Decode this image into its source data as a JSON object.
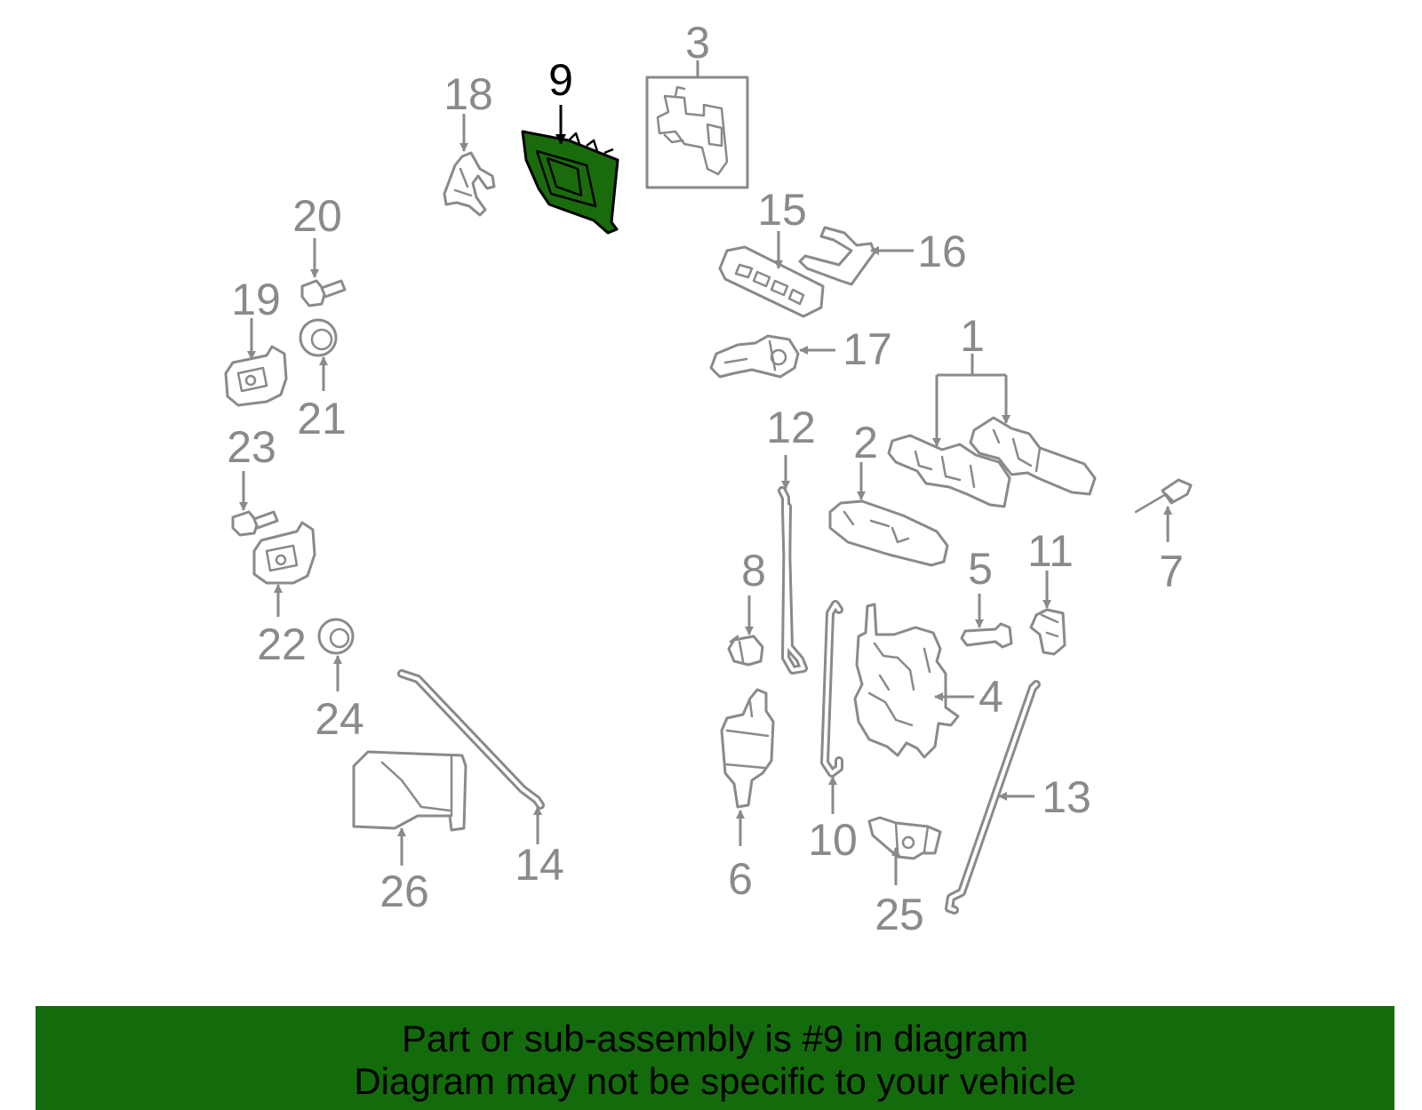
{
  "labels": {
    "l1": "1",
    "l2": "2",
    "l3": "3",
    "l4": "4",
    "l5": "5",
    "l6": "6",
    "l7": "7",
    "l8": "8",
    "l9": "9",
    "l10": "10",
    "l11": "11",
    "l12": "12",
    "l13": "13",
    "l14": "14",
    "l15": "15",
    "l16": "16",
    "l17": "17",
    "l18": "18",
    "l19": "19",
    "l20": "20",
    "l21": "21",
    "l22": "22",
    "l23": "23",
    "l24": "24",
    "l25": "25",
    "l26": "26"
  },
  "highlighted_part": "9",
  "colors": {
    "highlight_part": "#1a6b0c",
    "banner_background": "#146b0c",
    "part_outline": "#8a8a8a"
  },
  "banner": {
    "line1": "Part or sub-assembly is #9 in diagram",
    "line2": "Diagram may not be specific to your vehicle"
  }
}
